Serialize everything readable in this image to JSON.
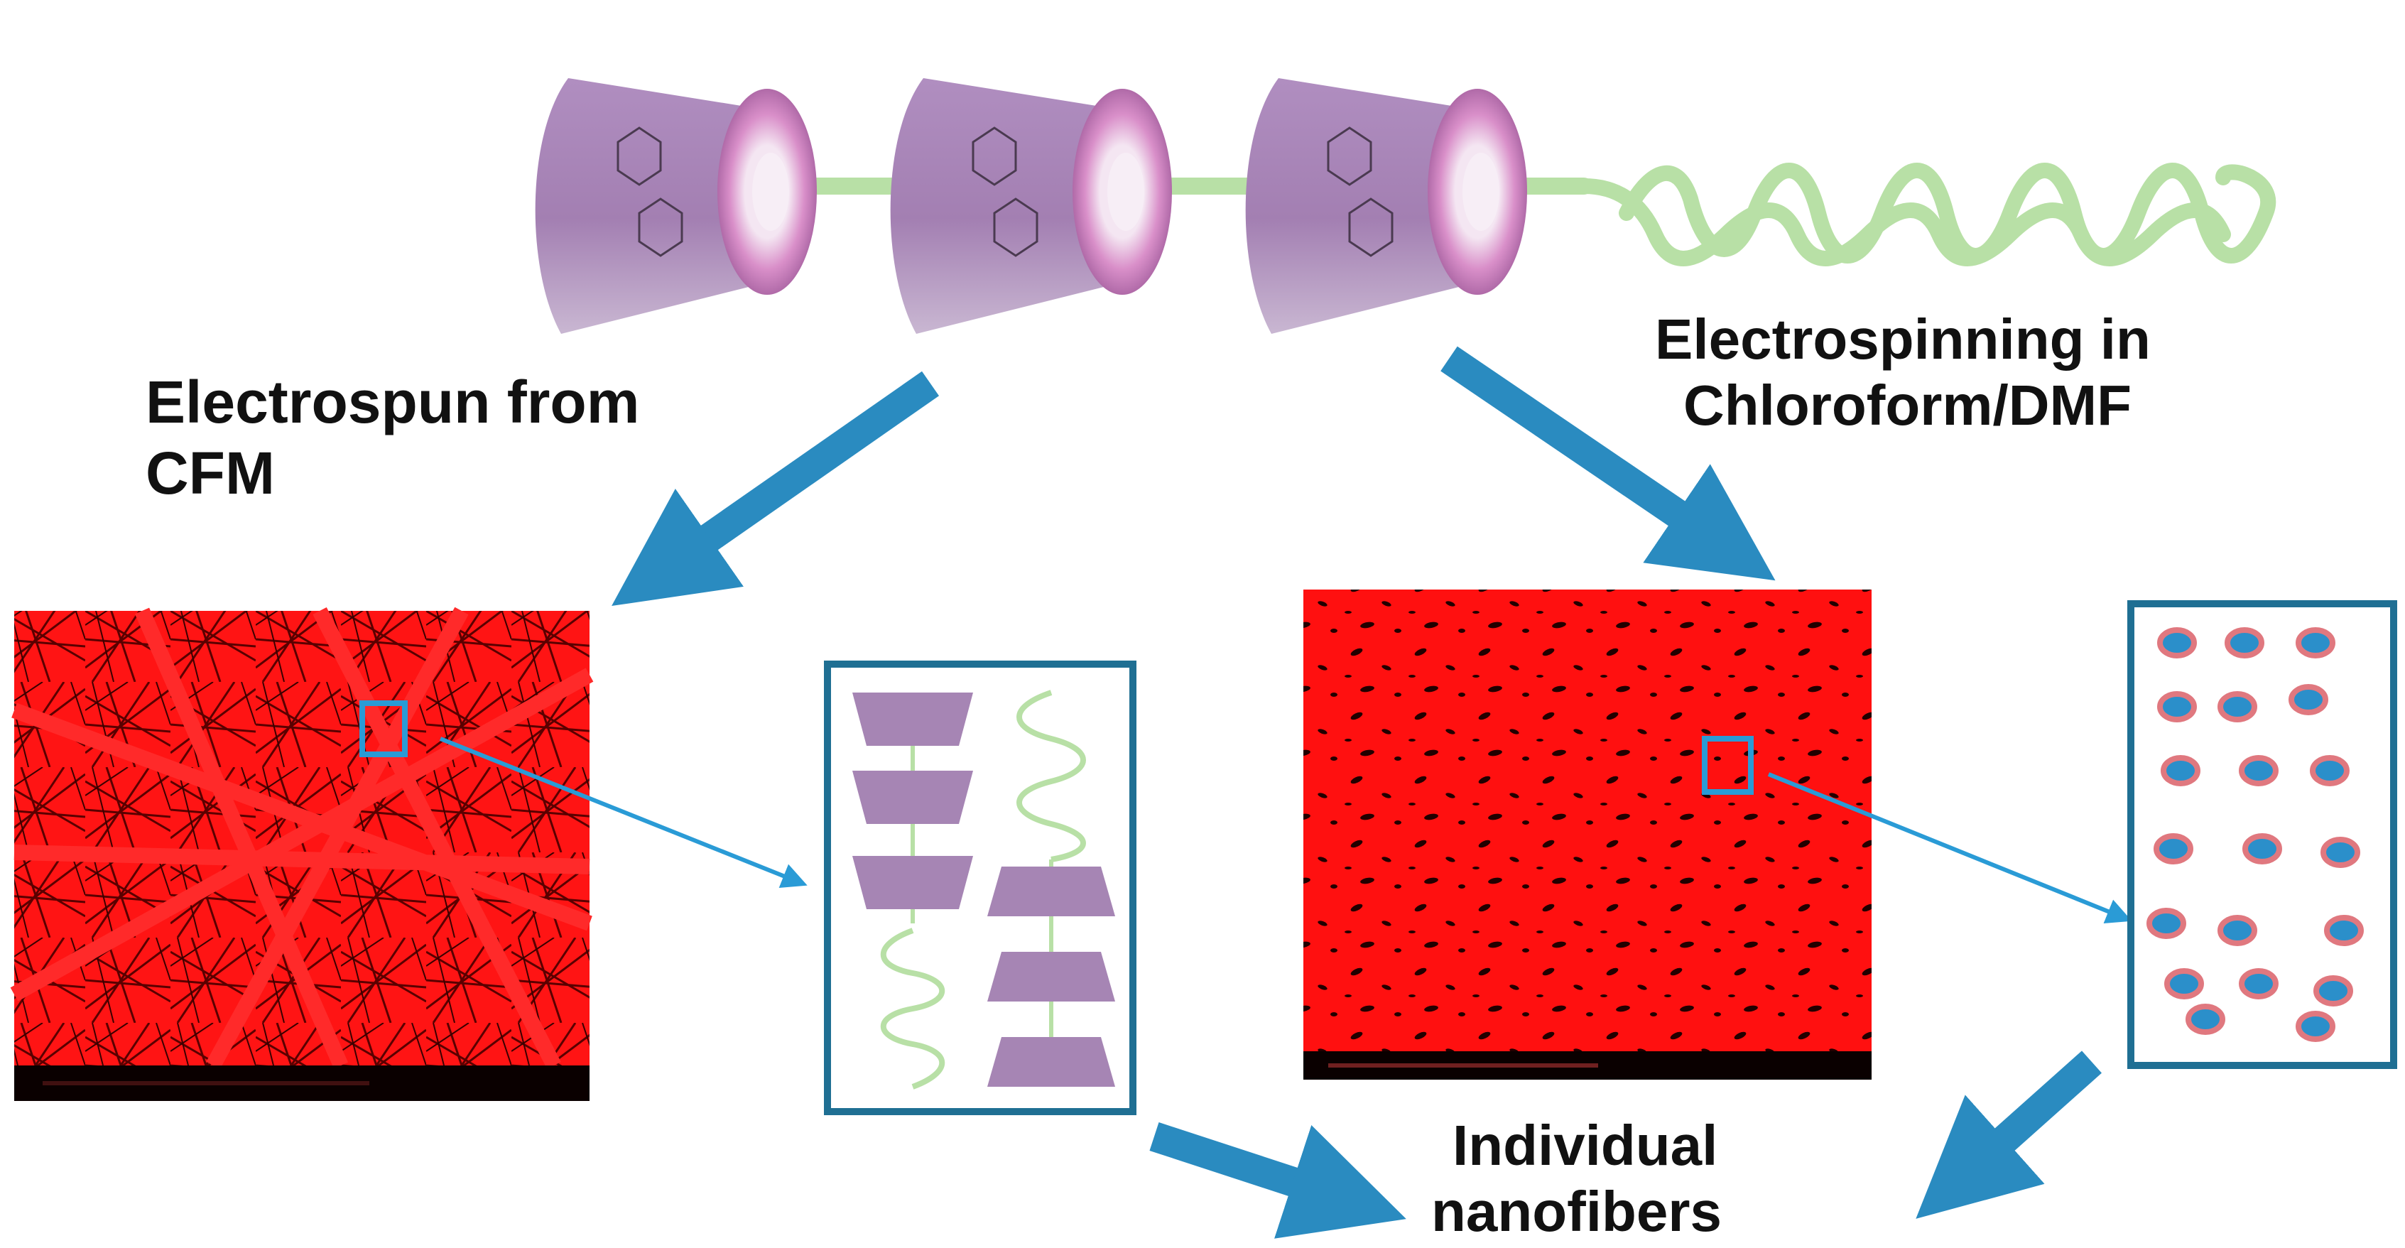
{
  "labels": {
    "left_route_line1": "Electrospun from",
    "left_route_line2": "CFM",
    "right_route_line1": "Electrospinning in",
    "right_route_line2": "Chloroform/DMF",
    "result_line1": "Individual",
    "result_line2": "nanofibers"
  },
  "colors": {
    "cone_purple": "#a685b4",
    "cone_rim": "#c877b9",
    "chain_green": "#b8e0a6",
    "arrow_blue": "#2a8bc0",
    "inset_border": "#1f6f93",
    "sem_red": "#ff1a1a",
    "dot_outline": "#e0787f",
    "dot_fill": "#2b8fca"
  }
}
